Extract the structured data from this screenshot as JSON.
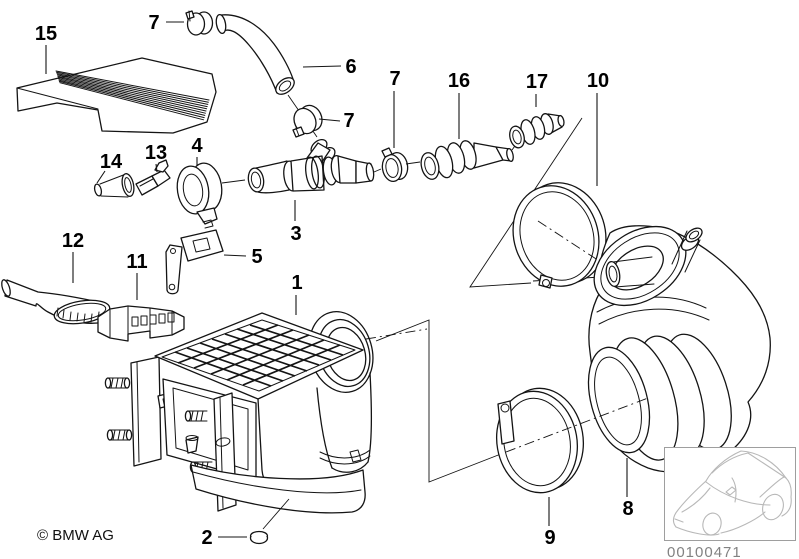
{
  "callouts": {
    "part1": "1",
    "part2": "2",
    "part3": "3",
    "part4": "4",
    "part5": "5",
    "part6": "6",
    "part7": "7",
    "part8": "8",
    "part9": "9",
    "part10": "10",
    "part11": "11",
    "part12": "12",
    "part13": "13",
    "part14": "14",
    "part15": "15",
    "part16": "16",
    "part17": "17"
  },
  "footer": {
    "copyright": "© BMW AG"
  },
  "thumbnail": {
    "image_number": "00100471"
  },
  "colors": {
    "line": "#141414",
    "background": "#ffffff",
    "label_text": "#000000",
    "image_number_text": "#828282",
    "thumbnail_outline": "#b8b8b8",
    "thumbnail_border": "#9e9e9e"
  }
}
